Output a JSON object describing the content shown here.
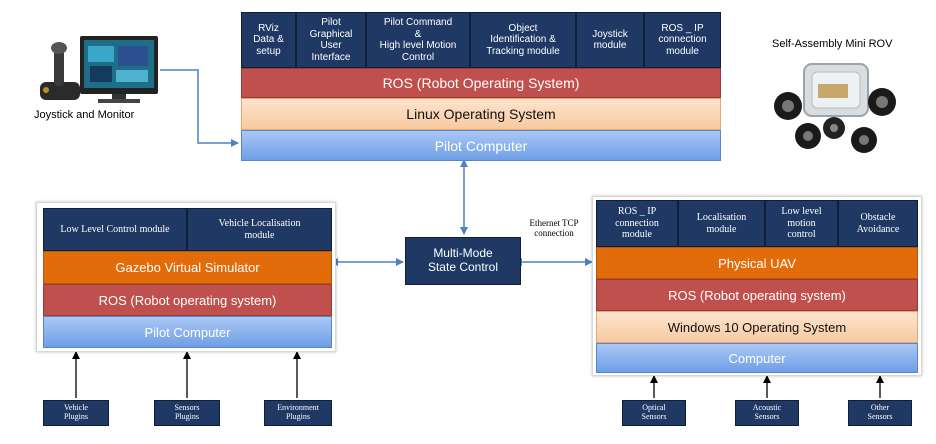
{
  "top": {
    "modules": [
      {
        "label": "RViz\nData &\nsetup"
      },
      {
        "label": "Pilot\nGraphical\nUser\nInterface"
      },
      {
        "label": "Pilot Command\n&\nHigh level Motion\nControl"
      },
      {
        "label": "Object\nIdentification &\nTracking module"
      },
      {
        "label": "Joystick\nmodule"
      },
      {
        "label": "ROS _ IP\nconnection\nmodule"
      }
    ],
    "ros": "ROS (Robot Operating System)",
    "os": "Linux Operating System",
    "computer": "Pilot Computer"
  },
  "left": {
    "modules": [
      {
        "label": "Low Level Control module"
      },
      {
        "label": "Vehicle Localisation\nmodule"
      }
    ],
    "simulator": "Gazebo Virtual Simulator",
    "ros": "ROS (Robot operating system)",
    "computer": "Pilot Computer",
    "plugins": [
      {
        "label": "Vehicle\nPlugins"
      },
      {
        "label": "Sensors\nPlugins"
      },
      {
        "label": "Environment\nPlugins"
      }
    ]
  },
  "center": {
    "label": "Multi-Mode\nState Control",
    "connection": "Ethernet TCP\nconnection"
  },
  "right": {
    "modules": [
      {
        "label": "ROS _ IP\nconnection\nmodule"
      },
      {
        "label": "Localisation\nmodule"
      },
      {
        "label": "Low level\nmotion\ncontrol"
      },
      {
        "label": "Obstacle\nAvoidance"
      }
    ],
    "uav": "Physical UAV",
    "ros": "ROS (Robot operating system)",
    "os": "Windows 10 Operating System",
    "computer": "Computer",
    "sensors": [
      {
        "label": "Optical\nSensors"
      },
      {
        "label": "Acoustic\nSensors"
      },
      {
        "label": "Other\nSensors"
      }
    ]
  },
  "images": {
    "joystick_caption": "Joystick and Monitor",
    "rov_caption": "Self-Assembly Mini ROV"
  }
}
